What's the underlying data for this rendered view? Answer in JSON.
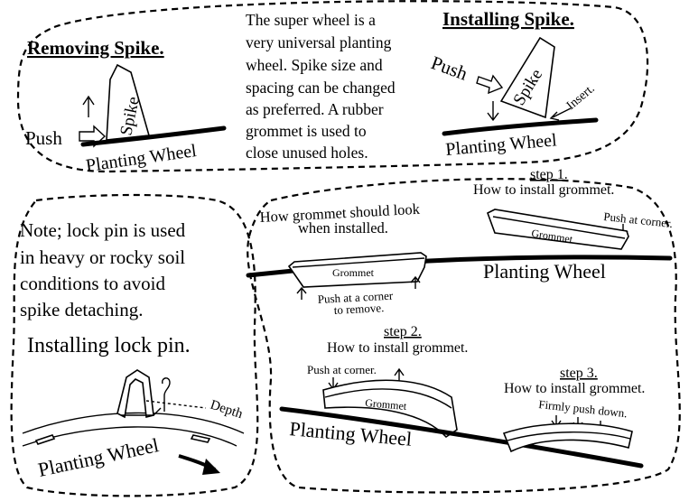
{
  "removing": {
    "title": "Removing Spike.",
    "spike": "Spike",
    "push": "Push",
    "wheel": "Planting Wheel"
  },
  "intro": {
    "lines": [
      "The super wheel is a",
      "very universal planting",
      "wheel. Spike size and",
      "spacing can be changed",
      "as preferred. A rubber",
      "grommet is used to",
      "close unused holes."
    ]
  },
  "installing": {
    "title": "Installing Spike.",
    "push": "Push",
    "spike": "Spike",
    "insert": "Insert.",
    "wheel": "Planting Wheel"
  },
  "lockpin": {
    "note_lines": [
      "Note; lock pin is used",
      "in heavy or rocky soil",
      "conditions to avoid",
      "spike detaching."
    ],
    "title": "Installing lock pin.",
    "depth": "Depth",
    "wheel": "Planting Wheel"
  },
  "grommet": {
    "installed_line1": "How grommet should look",
    "installed_line2": "when installed.",
    "grommet_label": "Grommet",
    "push_corner_remove_1": "Push at a corner",
    "push_corner_remove_2": "to remove.",
    "wheel_top": "Planting Wheel",
    "step1": "step 1.",
    "step1_desc": "How to install grommet.",
    "step1_push": "Push at corner.",
    "step2": "step 2.",
    "step2_desc": "How to install grommet.",
    "step2_push": "Push at corner.",
    "step3": "step 3.",
    "step3_desc": "How to install grommet.",
    "step3_push": "Firmly push down.",
    "wheel_bottom": "Planting Wheel"
  }
}
